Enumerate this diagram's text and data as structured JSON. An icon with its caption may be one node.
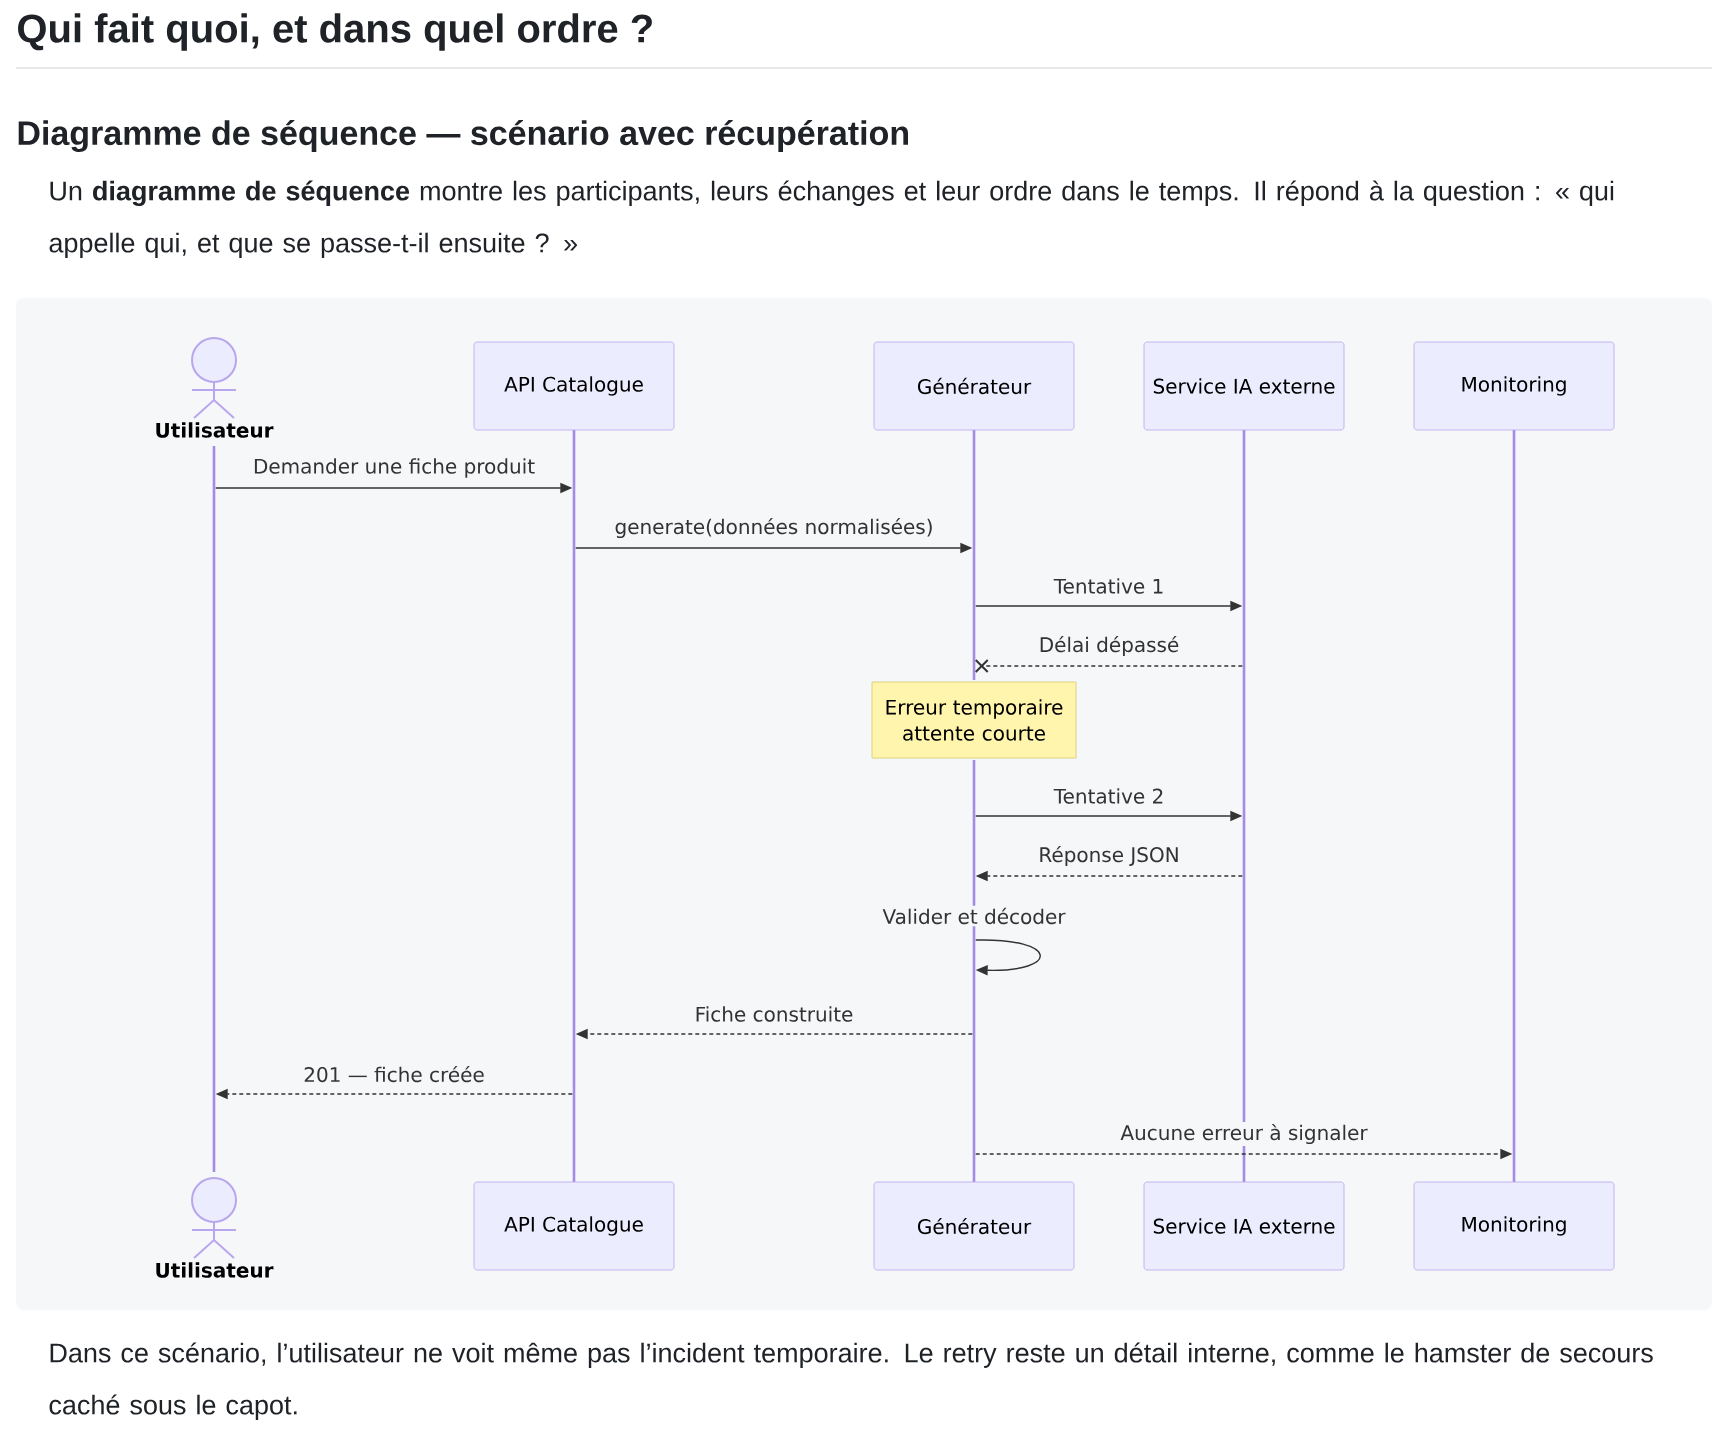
{
  "diagram": {
    "title": "Qui fait quoi, et dans quel ordre ?",
    "nodes": [
      {
        "text": [
          "Utilisateur"
        ]
      },
      {
        "text": [
          "API Catalogue"
        ]
      },
      {
        "text": [
          "Générateur"
        ]
      },
      {
        "text": [
          "Service IA externe"
        ]
      },
      {
        "text": [
          "Monitoring"
        ]
      },
      {
        "text": [],
        "shape": "bar"
      },
      {
        "text": [],
        "shape": "bar"
      },
      {
        "text": [],
        "shape": "bar"
      },
      {
        "text": [],
        "shape": "bar"
      },
      {
        "text": [],
        "shape": "bar"
      },
      {
        "text": [
          "Erreur temporaire attente courte"
        ]
      },
      {
        "text": [],
        "shape": "bar"
      },
      {
        "text": [
          "Utilisateur"
        ]
      },
      {
        "text": [
          "API Catalogue"
        ]
      },
      {
        "text": [
          "Générateur"
        ]
      },
      {
        "text": [
          "Service IA externe"
        ]
      },
      {
        "text": [
          "Monitoring"
        ]
      }
    ],
    "edges": [
      {
        "from": 5,
        "to": 6,
        "arrow": "to",
        "label": "Demander une fiche produit"
      },
      {
        "from": 6,
        "to": 7,
        "arrow": "to",
        "label": "generate(données normalisées)"
      },
      {
        "from": 7,
        "to": 8,
        "arrow": "to",
        "label": "Tentative 1"
      },
      {
        "from": 8,
        "to": 7,
        "arrow": "other",
        "style": "dashed",
        "label": "Délai dépassé"
      },
      {
        "from": 11,
        "to": 8,
        "arrow": "to",
        "label": "Tentative 2"
      },
      {
        "from": 8,
        "to": 11,
        "arrow": "to",
        "style": "dashed",
        "label": "Réponse JSON"
      },
      {
        "from": 11,
        "to": 11,
        "arrow": "to",
        "label": "Valider et décoder"
      },
      {
        "from": 11,
        "to": 6,
        "arrow": "to",
        "style": "dashed",
        "label": "Fiche construite"
      },
      {
        "from": 6,
        "to": 5,
        "arrow": "to",
        "style": "dashed",
        "label": "201 — fiche créée"
      },
      {
        "from": 11,
        "to": 9,
        "arrow": "to",
        "style": "dashed",
        "label": "Aucune erreur à signaler"
      }
    ],
    "labels": [
      "Diagramme de séquence — scénario avec récupération",
      "Un **diagramme de séquence** montre les participants, leurs échanges et leur ordre dans le temps. Il répond à la question : « qui appelle qui, et que se passe-t-il ensuite ? »",
      "Dans ce scénario, l’utilisateur ne voit même pas l’incident temporaire. Le retry reste un détail interne, comme le hamster de secours caché sous le capot."
    ]
  }
}
